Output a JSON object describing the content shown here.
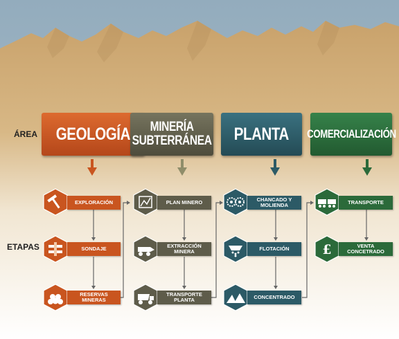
{
  "row_labels": {
    "area": "ÁREA",
    "etapas": "ETAPAS"
  },
  "areas": [
    {
      "title": "GEOLOGÍA",
      "color": "#c9551f"
    },
    {
      "title": "MINERÍA SUBTERRÁNEA",
      "title_line1": "MINERÍA",
      "title_line2": "SUBTERRÁNEA",
      "color": "#5e5c4a"
    },
    {
      "title": "PLANTA",
      "color": "#2c5a66"
    },
    {
      "title": "COMERCIALIZACIÓN",
      "color": "#2b6a3a"
    }
  ],
  "stages": {
    "geologia": [
      {
        "label": "EXPLORACIÓN",
        "icon": "hammer-icon"
      },
      {
        "label": "SONDAJE",
        "icon": "drill-core-icon"
      },
      {
        "label": "RESERVAS MINERAS",
        "line1": "RESERVAS",
        "line2": "MINERAS",
        "icon": "ore-pile-icon"
      }
    ],
    "mineria": [
      {
        "label": "PLAN MINERO",
        "icon": "mine-plan-icon"
      },
      {
        "label": "EXTRACCIÓN MINERA",
        "line1": "EXTRACCIÓN",
        "line2": "MINERA",
        "icon": "loader-icon"
      },
      {
        "label": "TRANSPORTE PLANTA",
        "line1": "TRANSPORTE",
        "line2": "PLANTA",
        "icon": "mine-truck-icon"
      }
    ],
    "planta": [
      {
        "label": "CHANCADO Y MOLIENDA",
        "line1": "CHANCADO Y",
        "line2": "MOLIENDA",
        "icon": "crusher-gears-icon"
      },
      {
        "label": "FLOTACIÓN",
        "icon": "flotation-icon"
      },
      {
        "label": "CONCENTRADO",
        "icon": "concentrate-pile-icon"
      }
    ],
    "comercializacion": [
      {
        "label": "TRANSPORTE",
        "icon": "train-icon"
      },
      {
        "label": "VENTA CONCETRADO",
        "line1": "VENTA",
        "line2": "CONCETRADO",
        "icon": "pound-icon"
      }
    ]
  },
  "colors": {
    "sky": "#9fb6c6",
    "mountain": "#c9a26b",
    "geologia": "#c9551f",
    "mineria": "#5e5c4a",
    "planta": "#2c5a66",
    "comercializacion": "#2b6a3a",
    "connector": "#5a5a5a"
  }
}
